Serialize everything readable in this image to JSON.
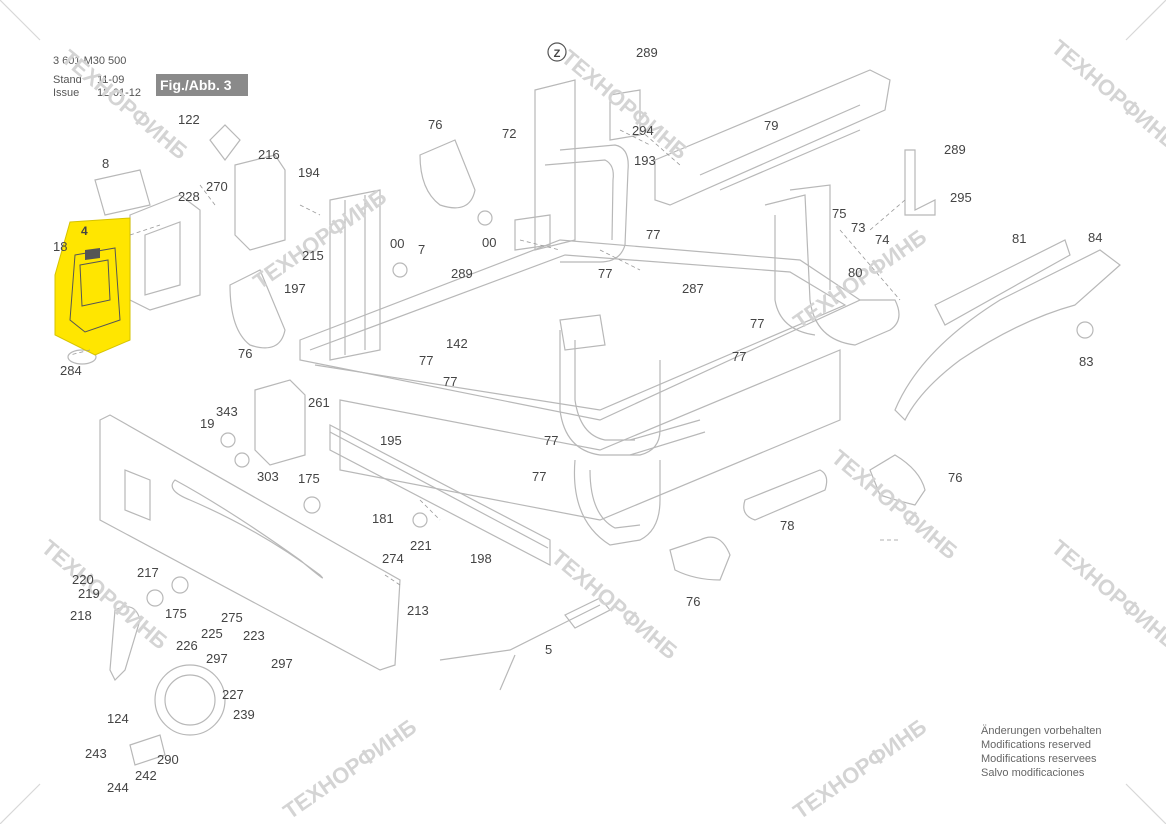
{
  "header": {
    "part_number": "3 601 M30 500",
    "stand_label": "Stand",
    "stand_value": "11-09",
    "issue_label": "Issue",
    "issue_value": "12-01-12",
    "figure": "Fig./Abb. 3"
  },
  "notes": [
    "Änderungen vorbehalten",
    "Modifications reserved",
    "Modifications reservees",
    "Salvo modificaciones"
  ],
  "watermark": "ТЕХНОРФИНБ",
  "highlight_color": "#ffe600",
  "callouts": [
    {
      "id": "c-z",
      "text": "Z"
    },
    {
      "id": "c-289a",
      "text": "289"
    },
    {
      "id": "c-122",
      "text": "122"
    },
    {
      "id": "c-76a",
      "text": "76"
    },
    {
      "id": "c-72",
      "text": "72"
    },
    {
      "id": "c-294",
      "text": "294"
    },
    {
      "id": "c-79",
      "text": "79"
    },
    {
      "id": "c-8",
      "text": "8"
    },
    {
      "id": "c-216",
      "text": "216"
    },
    {
      "id": "c-228",
      "text": "228"
    },
    {
      "id": "c-270",
      "text": "270"
    },
    {
      "id": "c-194",
      "text": "194"
    },
    {
      "id": "c-193",
      "text": "193"
    },
    {
      "id": "c-289b",
      "text": "289"
    },
    {
      "id": "c-295",
      "text": "295"
    },
    {
      "id": "c-4",
      "text": "4"
    },
    {
      "id": "c-18",
      "text": "18"
    },
    {
      "id": "c-00a",
      "text": "00"
    },
    {
      "id": "c-7",
      "text": "7"
    },
    {
      "id": "c-289c",
      "text": "289"
    },
    {
      "id": "c-00b",
      "text": "00"
    },
    {
      "id": "c-77a",
      "text": "77"
    },
    {
      "id": "c-77b",
      "text": "77"
    },
    {
      "id": "c-75",
      "text": "75"
    },
    {
      "id": "c-73",
      "text": "73"
    },
    {
      "id": "c-74",
      "text": "74"
    },
    {
      "id": "c-81",
      "text": "81"
    },
    {
      "id": "c-84",
      "text": "84"
    },
    {
      "id": "c-80",
      "text": "80"
    },
    {
      "id": "c-215",
      "text": "215"
    },
    {
      "id": "c-197",
      "text": "197"
    },
    {
      "id": "c-287",
      "text": "287"
    },
    {
      "id": "c-76b",
      "text": "76"
    },
    {
      "id": "c-142",
      "text": "142"
    },
    {
      "id": "c-77c",
      "text": "77"
    },
    {
      "id": "c-77d",
      "text": "77"
    },
    {
      "id": "c-77e",
      "text": "77"
    },
    {
      "id": "c-83",
      "text": "83"
    },
    {
      "id": "c-284",
      "text": "284"
    },
    {
      "id": "c-77f",
      "text": "77"
    },
    {
      "id": "c-343",
      "text": "343"
    },
    {
      "id": "c-261",
      "text": "261"
    },
    {
      "id": "c-19",
      "text": "19"
    },
    {
      "id": "c-195",
      "text": "195"
    },
    {
      "id": "c-77g",
      "text": "77"
    },
    {
      "id": "c-77h",
      "text": "77"
    },
    {
      "id": "c-303",
      "text": "303"
    },
    {
      "id": "c-175a",
      "text": "175"
    },
    {
      "id": "c-76c",
      "text": "76"
    },
    {
      "id": "c-78",
      "text": "78"
    },
    {
      "id": "c-181",
      "text": "181"
    },
    {
      "id": "c-221",
      "text": "221"
    },
    {
      "id": "c-274",
      "text": "274"
    },
    {
      "id": "c-198",
      "text": "198"
    },
    {
      "id": "c-220",
      "text": "220"
    },
    {
      "id": "c-217",
      "text": "217"
    },
    {
      "id": "c-219",
      "text": "219"
    },
    {
      "id": "c-218",
      "text": "218"
    },
    {
      "id": "c-175b",
      "text": "175"
    },
    {
      "id": "c-275",
      "text": "275"
    },
    {
      "id": "c-76d",
      "text": "76"
    },
    {
      "id": "c-213",
      "text": "213"
    },
    {
      "id": "c-226",
      "text": "226"
    },
    {
      "id": "c-225",
      "text": "225"
    },
    {
      "id": "c-223",
      "text": "223"
    },
    {
      "id": "c-5",
      "text": "5"
    },
    {
      "id": "c-297a",
      "text": "297"
    },
    {
      "id": "c-297b",
      "text": "297"
    },
    {
      "id": "c-227",
      "text": "227"
    },
    {
      "id": "c-124",
      "text": "124"
    },
    {
      "id": "c-239",
      "text": "239"
    },
    {
      "id": "c-243",
      "text": "243"
    },
    {
      "id": "c-290",
      "text": "290"
    },
    {
      "id": "c-244",
      "text": "244"
    },
    {
      "id": "c-242",
      "text": "242"
    }
  ]
}
